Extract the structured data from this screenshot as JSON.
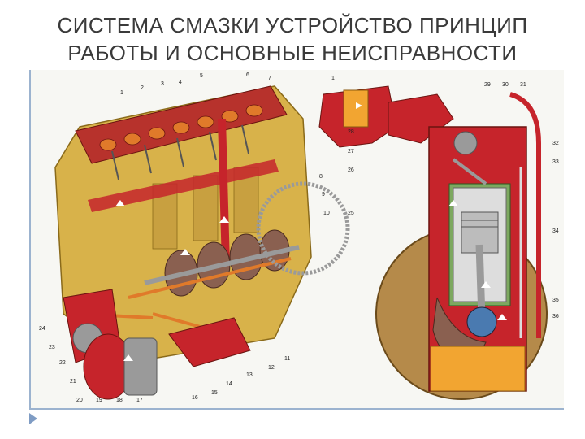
{
  "slide": {
    "title_line1": "СИСТЕМА СМАЗКИ УСТРОЙСТВО  ПРИНЦИП",
    "title_line2": "РАБОТЫ И ОСНОВНЫЕ НЕИСПРАВНОСТИ"
  },
  "figure": {
    "callouts_left": [
      "1",
      "2",
      "3",
      "4",
      "5",
      "6",
      "7",
      "8",
      "9",
      "10",
      "11",
      "12",
      "13",
      "14",
      "15",
      "16",
      "17",
      "18",
      "19",
      "20",
      "21",
      "22",
      "23",
      "24"
    ],
    "callouts_right": [
      "1",
      "25",
      "26",
      "27",
      "28",
      "29",
      "30",
      "31",
      "32",
      "33",
      "34",
      "35",
      "36"
    ],
    "colors": {
      "block": "#d8b24a",
      "oil_red": "#c6242b",
      "oil_orange": "#e07a2a",
      "steel": "#9a9a9a",
      "sump": "#f2a531",
      "green": "#4aa04a",
      "flow_arrow": "#ffffff"
    }
  }
}
